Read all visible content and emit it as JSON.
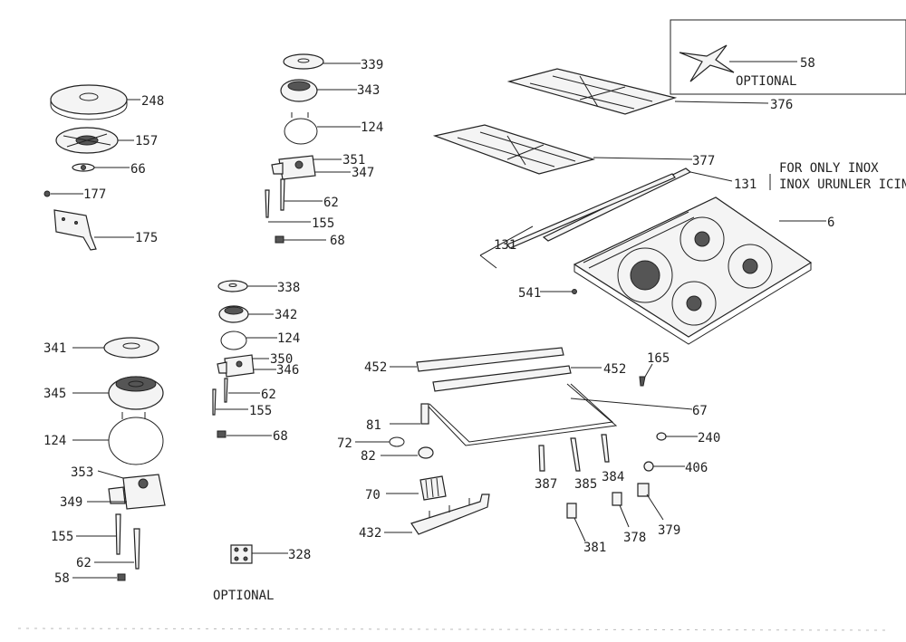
{
  "diagram": {
    "labels": {
      "p248": "248",
      "p157": "157",
      "p66": "66",
      "p177": "177",
      "p175": "175",
      "p339": "339",
      "p343": "343",
      "p124a": "124",
      "p351": "351",
      "p347": "347",
      "p62a": "62",
      "p155a": "155",
      "p68a": "68",
      "p338": "338",
      "p342": "342",
      "p124b": "124",
      "p350": "350",
      "p346": "346",
      "p62b": "62",
      "p155b": "155",
      "p68b": "68",
      "p341": "341",
      "p345": "345",
      "p124c": "124",
      "p353": "353",
      "p349": "349",
      "p155c": "155",
      "p62c": "62",
      "p58b": "58",
      "p328": "328",
      "optional2": "OPTIONAL",
      "p58a": "58",
      "optional1": "OPTIONAL",
      "p376": "376",
      "p377": "377",
      "p131a": "131",
      "inox_en": "FOR ONLY INOX",
      "inox_tr": "INOX URUNLER ICIN",
      "p6": "6",
      "p131b": "131",
      "p541": "541",
      "p452a": "452",
      "p452b": "452",
      "p165": "165",
      "p67": "67",
      "p81": "81",
      "p72": "72",
      "p82": "82",
      "p240": "240",
      "p406": "406",
      "p387": "387",
      "p385": "385",
      "p384": "384",
      "p70": "70",
      "p432": "432",
      "p381": "381",
      "p378": "378",
      "p379": "379"
    }
  }
}
